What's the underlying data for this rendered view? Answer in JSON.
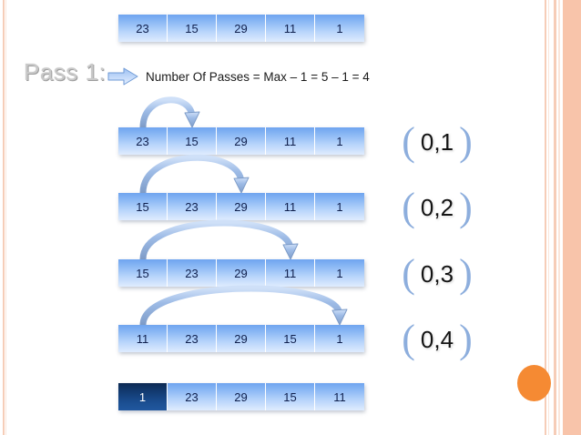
{
  "slide": {
    "title": "Pass 1:",
    "note": {
      "icon": "right-arrow-icon",
      "text": "Number Of Passes =  Max – 1 = 5 – 1 = 4"
    },
    "accent_colors": {
      "cell_blue_top": "#6fa4ef",
      "cell_blue_bottom": "#dfecfe",
      "cell_highlight": "#123a70",
      "arrow_blue": "#7ea4d8",
      "border_salmon": "#f8c4aa",
      "orange_dot": "#f58a33",
      "title_gray": "#c9c9c9",
      "bracket_blue": "#8daedd"
    }
  },
  "rows": [
    {
      "name": "initial-array",
      "values": [
        "23",
        "15",
        "29",
        "11",
        "1"
      ],
      "highlight": -1,
      "label": null,
      "arc": null
    },
    {
      "name": "step-1-array",
      "values": [
        "23",
        "15",
        "29",
        "11",
        "1"
      ],
      "highlight": -1,
      "label": "0,1",
      "arc": {
        "from": 0,
        "to": 1
      }
    },
    {
      "name": "step-2-array",
      "values": [
        "15",
        "23",
        "29",
        "11",
        "1"
      ],
      "highlight": -1,
      "label": "0,2",
      "arc": {
        "from": 0,
        "to": 2
      }
    },
    {
      "name": "step-3-array",
      "values": [
        "15",
        "23",
        "29",
        "11",
        "1"
      ],
      "highlight": -1,
      "label": "0,3",
      "arc": {
        "from": 0,
        "to": 3
      }
    },
    {
      "name": "step-4-array",
      "values": [
        "11",
        "23",
        "29",
        "15",
        "1"
      ],
      "highlight": -1,
      "label": "0,4",
      "arc": {
        "from": 0,
        "to": 4
      }
    },
    {
      "name": "result-array",
      "values": [
        "1",
        "23",
        "29",
        "15",
        "11"
      ],
      "highlight": 0,
      "label": null,
      "arc": null
    }
  ],
  "brackets": {
    "open": "(",
    "close": ")"
  }
}
